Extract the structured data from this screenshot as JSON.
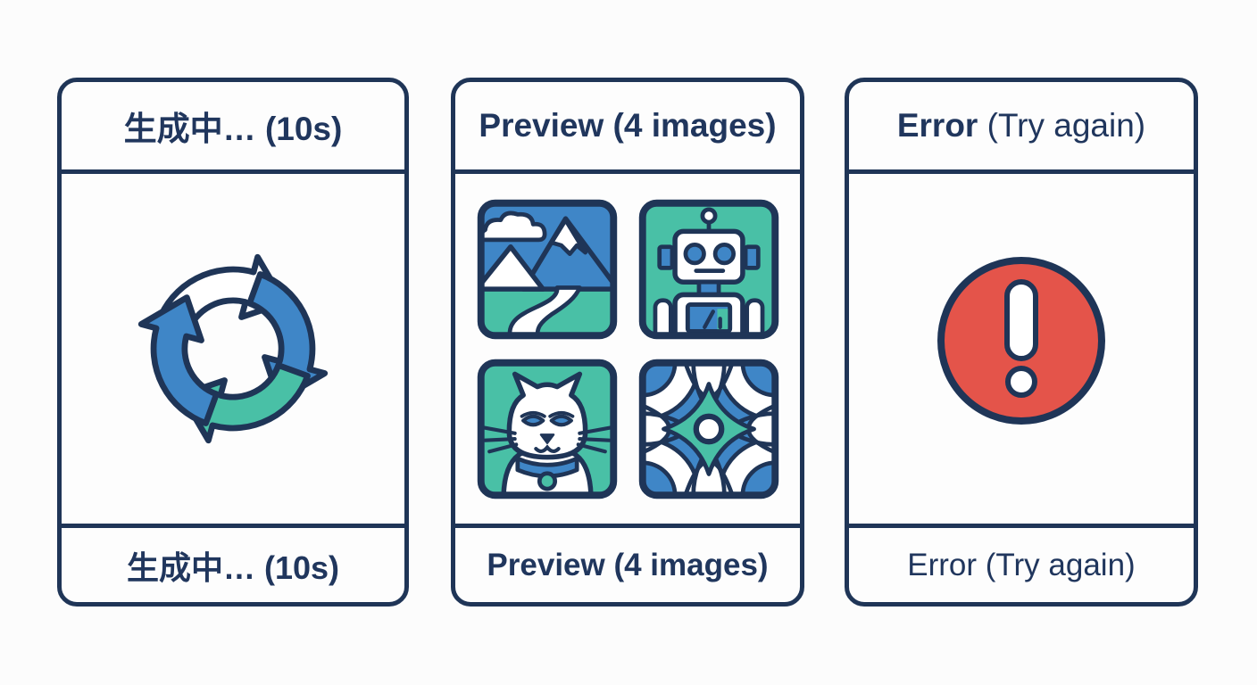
{
  "colors": {
    "outline_navy": "#1f3557",
    "text_navy": "#20365d",
    "blue": "#3f86c7",
    "teal": "#49c0a6",
    "alert_red": "#e4544a",
    "card_background": "#fdfdfd",
    "page_background": "#fcfcfc"
  },
  "cards": [
    {
      "id": "generating",
      "header": {
        "bold": "生成中… (10s)",
        "rest": ""
      },
      "icon": "refresh-cycle-icon",
      "footer": {
        "text": "生成中… (10s)"
      }
    },
    {
      "id": "preview",
      "header": {
        "bold": "Preview",
        "rest": " (4 images)"
      },
      "thumbnails": [
        {
          "name": "mountain-landscape-thumbnail"
        },
        {
          "name": "robot-thumbnail"
        },
        {
          "name": "cat-thumbnail"
        },
        {
          "name": "geometric-pattern-thumbnail"
        }
      ],
      "footer": {
        "text": "Preview (4 images)"
      }
    },
    {
      "id": "error",
      "header": {
        "bold": "Error",
        "rest": " (Try again)"
      },
      "icon": "error-alert-icon",
      "footer": {
        "text": "Error (Try again)"
      }
    }
  ]
}
